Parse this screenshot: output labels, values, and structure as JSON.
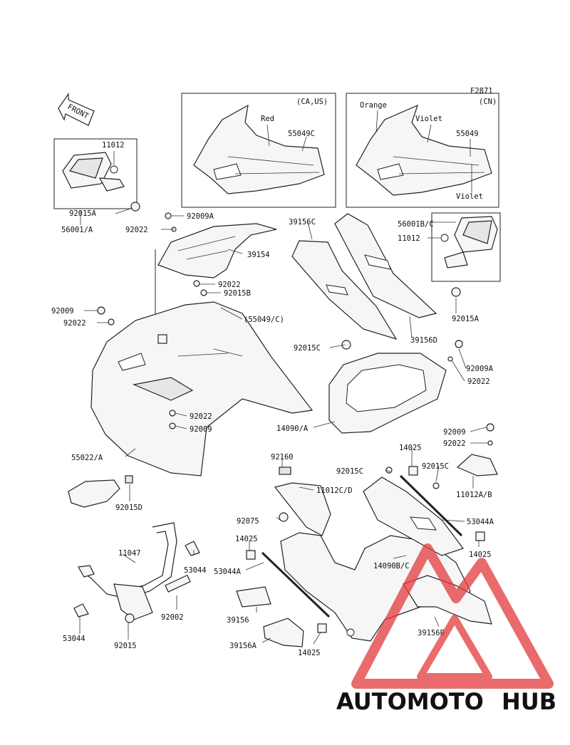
{
  "figure_code": "F2871",
  "front_arrow_label": "FRONT",
  "inset_left": {
    "region": "(CA,US)",
    "color_label": "Red",
    "part": "55049C"
  },
  "inset_right": {
    "region": "(CN)",
    "color_labels": [
      "Orange",
      "Violet",
      "Violet"
    ],
    "part": "55049"
  },
  "mirror_left_parts": [
    "11012",
    "92015A",
    "56001/A"
  ],
  "mirror_right_parts": [
    "56001B/C",
    "11012",
    "92015A"
  ],
  "callouts": [
    "92009A",
    "92022",
    "39154",
    "92022",
    "92015B",
    "39156C",
    "39156D",
    "92009",
    "92022",
    "(55049/C)",
    "92015C",
    "92009A",
    "92022",
    "92022",
    "92009",
    "14090/A",
    "55022/A",
    "92160",
    "11012C/D",
    "92015D",
    "14025",
    "92015C",
    "92015C",
    "92009",
    "92022",
    "11012A/B",
    "53044A",
    "92075",
    "14025",
    "14090B/C",
    "14025",
    "11047",
    "53044",
    "53044A",
    "92002",
    "39156",
    "39156A",
    "14025",
    "39156B",
    "53044",
    "92015"
  ],
  "watermark": {
    "text_a": "AUTOMOTO",
    "text_b": "HUB",
    "color_a": "#f0a070",
    "color_b": "#777777",
    "mark_color": "#e23a3a"
  }
}
